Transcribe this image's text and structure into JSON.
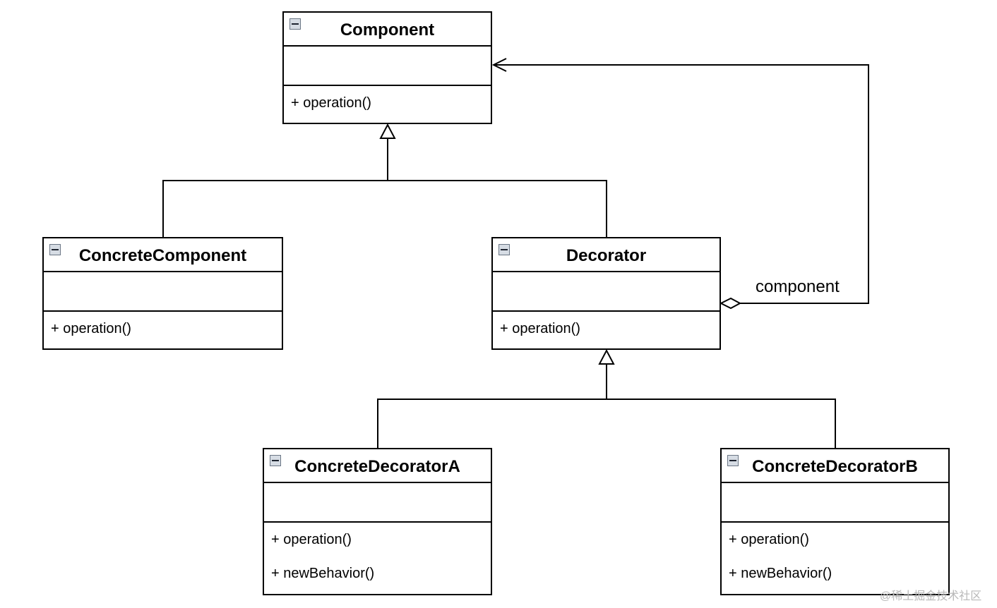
{
  "classes": {
    "component": {
      "name": "Component",
      "operations": [
        "+ operation()"
      ]
    },
    "concrete_component": {
      "name": "ConcreteComponent",
      "operations": [
        "+ operation()"
      ]
    },
    "decorator": {
      "name": "Decorator",
      "operations": [
        "+ operation()"
      ]
    },
    "concrete_decorator_a": {
      "name": "ConcreteDecoratorA",
      "operations": [
        "+ operation()",
        "+ newBehavior()"
      ]
    },
    "concrete_decorator_b": {
      "name": "ConcreteDecoratorB",
      "operations": [
        "+ operation()",
        "+ newBehavior()"
      ]
    }
  },
  "relations": {
    "aggregation_label": "component"
  },
  "icons": {
    "collapse": "collapse-minus-icon"
  },
  "colors": {
    "line": "#000000",
    "icon_fill": "#d6dce4",
    "icon_border": "#6b7685",
    "watermark": "#b8b8b8"
  },
  "watermark": "@稀土掘金技术社区"
}
